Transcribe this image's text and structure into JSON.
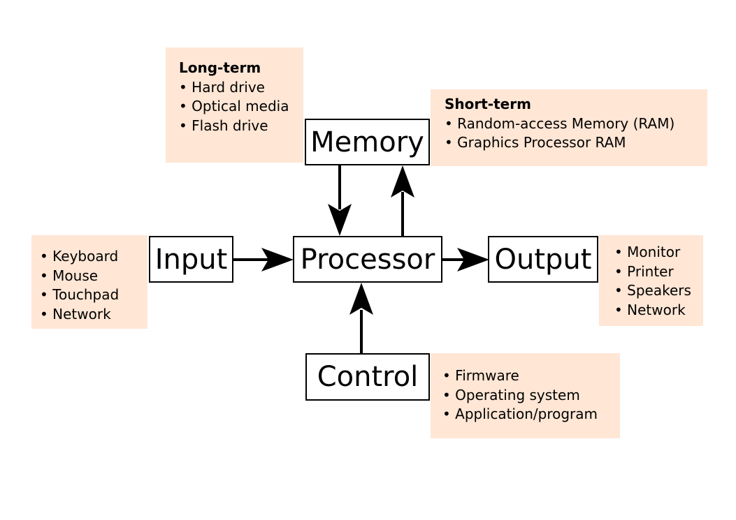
{
  "colors": {
    "note_fill": "#ffe6d5",
    "box_border": "#000000",
    "arrow": "#000000"
  },
  "nodes": {
    "memory": "Memory",
    "processor": "Processor",
    "input": "Input",
    "output": "Output",
    "control": "Control"
  },
  "notes": {
    "long_term": {
      "title": "Long-term",
      "items": [
        "Hard drive",
        "Optical media",
        "Flash drive"
      ]
    },
    "short_term": {
      "title": "Short-term",
      "items": [
        "Random-access Memory (RAM)",
        "Graphics Processor RAM"
      ]
    },
    "input": {
      "items": [
        "Keyboard",
        "Mouse",
        "Touchpad",
        "Network"
      ]
    },
    "output": {
      "items": [
        "Monitor",
        "Printer",
        "Speakers",
        "Network"
      ]
    },
    "control": {
      "items": [
        "Firmware",
        "Operating system",
        "Application/program"
      ]
    }
  }
}
